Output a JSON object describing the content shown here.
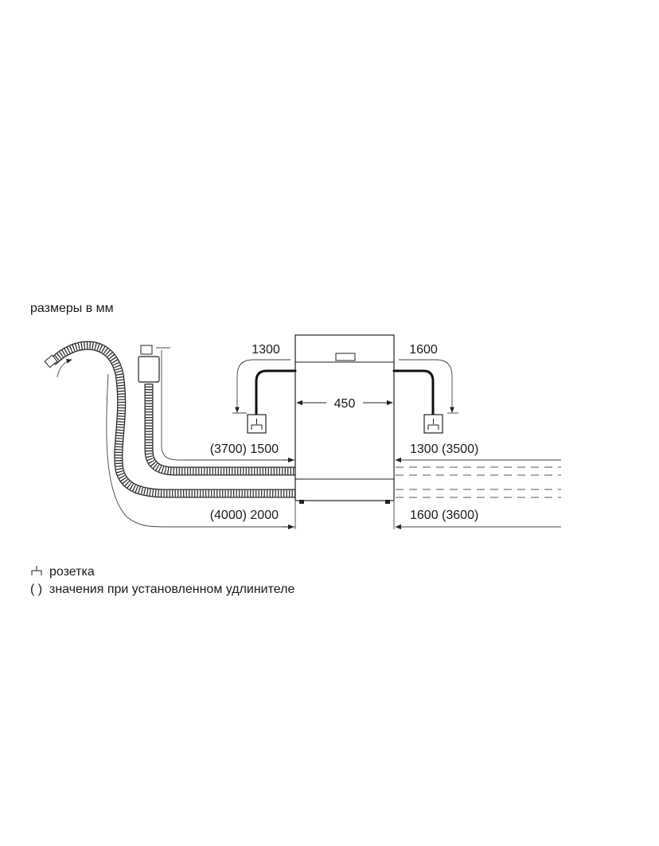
{
  "units_caption": "размеры в мм",
  "dimensions": {
    "left_cable": "1300",
    "right_cable": "1600",
    "width": "450",
    "left_inlet": "(3700) 1500",
    "right_inlet": "1300 (3500)",
    "left_drain": "(4000) 2000",
    "right_drain": "1600 (3600)"
  },
  "legend": {
    "socket": "розетка",
    "extension_symbol": "( )",
    "extension": "значения при установленном удлинителе"
  },
  "icons": [
    "socket-icon",
    "drain-hose-icon",
    "inlet-hose-icon",
    "aquastop-valve-icon",
    "dishwasher-icon"
  ]
}
